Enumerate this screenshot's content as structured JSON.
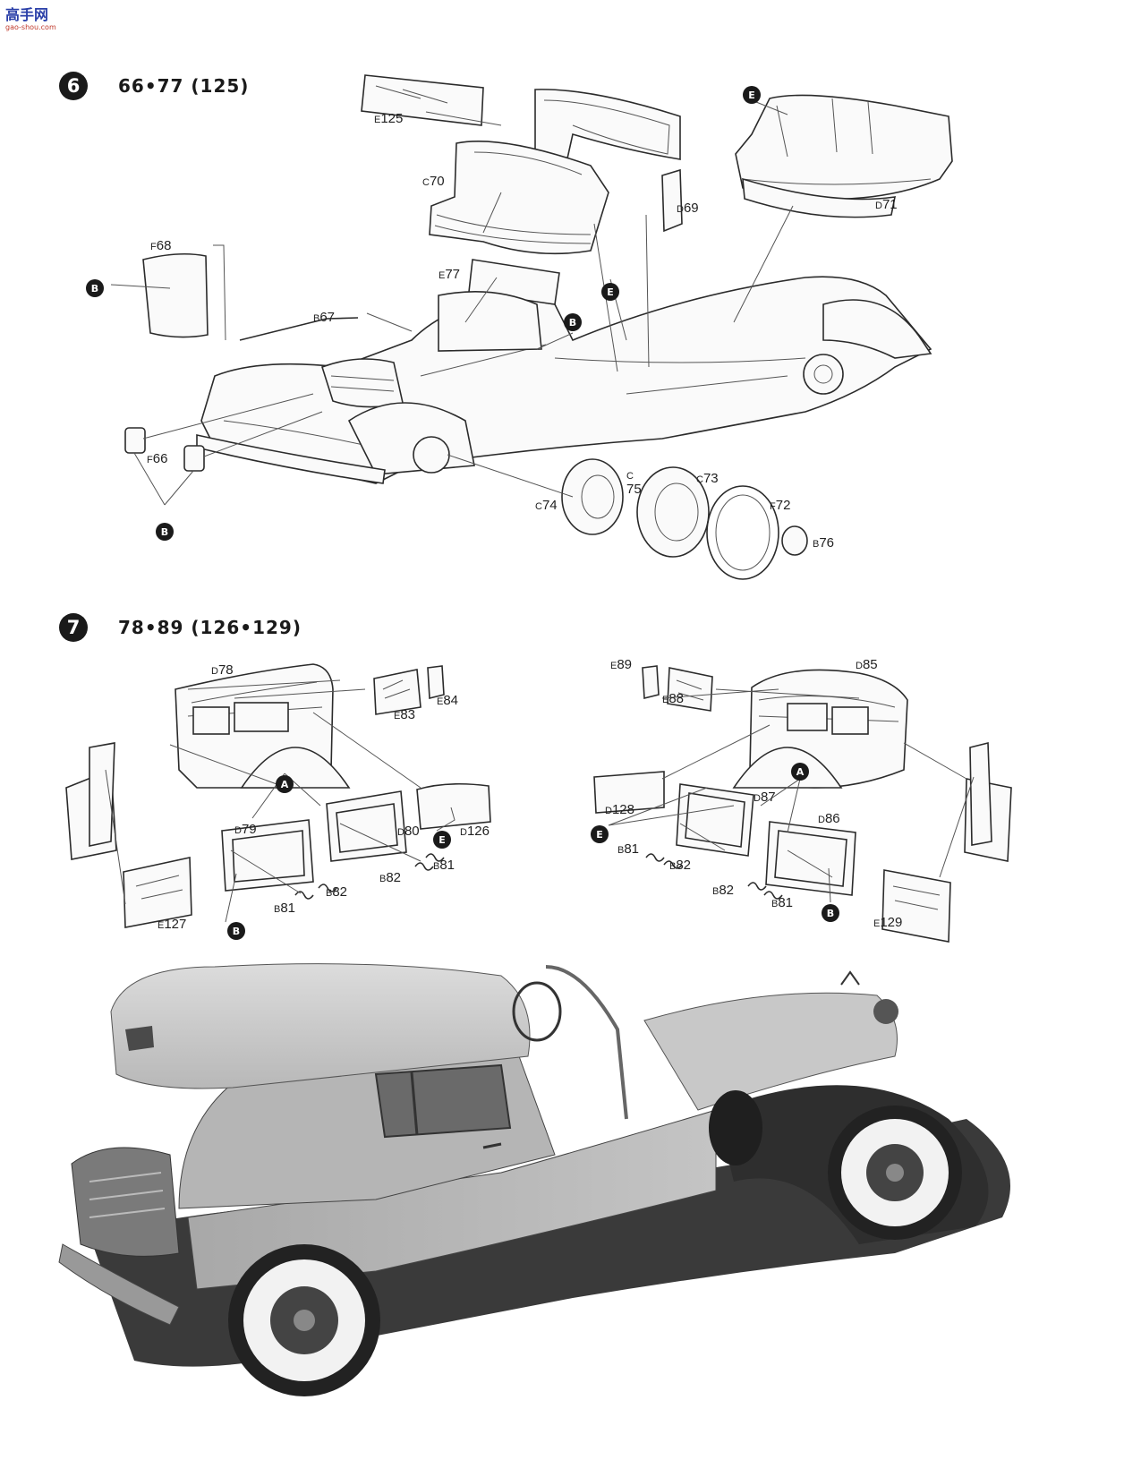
{
  "logo": {
    "main": "高手网",
    "sub": "gao-shou.com"
  },
  "steps": [
    {
      "number": "6",
      "title": "66•77 (125)"
    },
    {
      "number": "7",
      "title": "78•89 (126•129)"
    }
  ],
  "parts_step6": [
    {
      "prefix": "E",
      "num": "125"
    },
    {
      "prefix": "C",
      "num": "70"
    },
    {
      "prefix": "D",
      "num": "69"
    },
    {
      "prefix": "D",
      "num": "71"
    },
    {
      "prefix": "F",
      "num": "68"
    },
    {
      "prefix": "E",
      "num": "77"
    },
    {
      "prefix": "B",
      "num": "67"
    },
    {
      "prefix": "F",
      "num": "66"
    },
    {
      "prefix": "C",
      "num": ""
    },
    {
      "prefix": "",
      "num": "75"
    },
    {
      "prefix": "C",
      "num": "73"
    },
    {
      "prefix": "C",
      "num": "74"
    },
    {
      "prefix": "F",
      "num": "72"
    },
    {
      "prefix": "B",
      "num": "76"
    }
  ],
  "parts_step7": [
    {
      "prefix": "D",
      "num": "78"
    },
    {
      "prefix": "E",
      "num": "83"
    },
    {
      "prefix": "E",
      "num": "84"
    },
    {
      "prefix": "D",
      "num": "79"
    },
    {
      "prefix": "D",
      "num": "80"
    },
    {
      "prefix": "D",
      "num": "126"
    },
    {
      "prefix": "B",
      "num": "82"
    },
    {
      "prefix": "B",
      "num": "81"
    },
    {
      "prefix": "B",
      "num": "82"
    },
    {
      "prefix": "B",
      "num": "81"
    },
    {
      "prefix": "E",
      "num": "127"
    },
    {
      "prefix": "E",
      "num": "89"
    },
    {
      "prefix": "E",
      "num": "88"
    },
    {
      "prefix": "D",
      "num": "85"
    },
    {
      "prefix": "D",
      "num": "128"
    },
    {
      "prefix": "D",
      "num": "87"
    },
    {
      "prefix": "D",
      "num": "86"
    },
    {
      "prefix": "B",
      "num": "81"
    },
    {
      "prefix": "B",
      "num": "82"
    },
    {
      "prefix": "B",
      "num": "82"
    },
    {
      "prefix": "B",
      "num": "81"
    },
    {
      "prefix": "E",
      "num": "129"
    }
  ],
  "markers": [
    "E",
    "B",
    "E",
    "B",
    "B",
    "A",
    "E",
    "B",
    "A",
    "E",
    "B"
  ]
}
